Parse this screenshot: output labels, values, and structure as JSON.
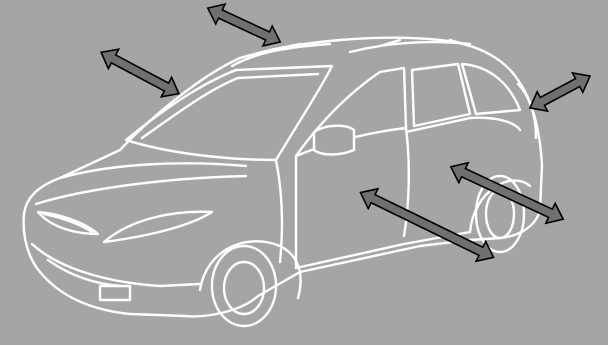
{
  "illustration": {
    "subject": "minivan-outline",
    "colors": {
      "background": "#a4a5a7",
      "outline": "#ffffff",
      "arrow_fill": "#6f7072",
      "arrow_stroke": "#000000"
    }
  },
  "arrows": [
    {
      "name": "arrow-roof-top",
      "icon": "double-headed-arrow"
    },
    {
      "name": "arrow-hood-left",
      "icon": "double-headed-arrow"
    },
    {
      "name": "arrow-rear-top",
      "icon": "double-headed-arrow"
    },
    {
      "name": "arrow-side-lower",
      "icon": "double-headed-arrow"
    },
    {
      "name": "arrow-rear-side",
      "icon": "double-headed-arrow"
    }
  ]
}
